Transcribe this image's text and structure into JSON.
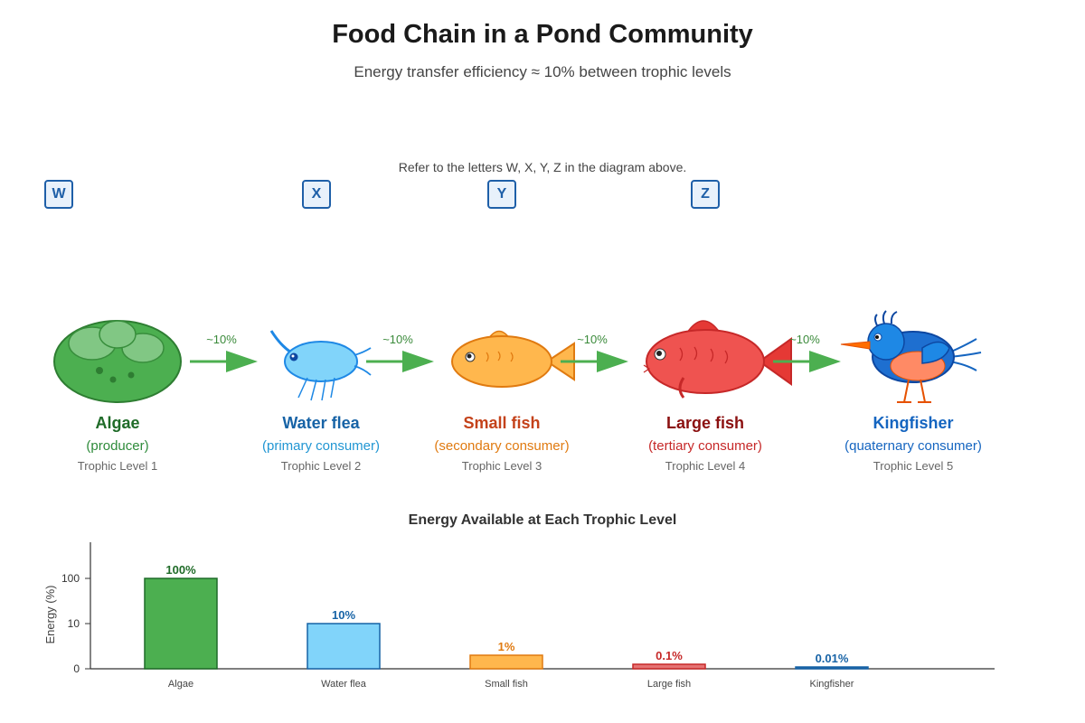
{
  "header": {
    "title": "Food Chain in a Pond Community",
    "subtitle": "Energy transfer efficiency ≈ 10% between trophic levels",
    "note": "Refer to the letters W, X, Y, Z in the diagram above."
  },
  "letters": [
    "W",
    "X",
    "Y",
    "Z"
  ],
  "transfer_label": "~10%",
  "organisms": [
    {
      "name": "Algae",
      "role": "(producer)",
      "level": "Trophic Level 1",
      "color": "#1f6b28",
      "role_color": "#2e8b3a",
      "icon": "algae-icon"
    },
    {
      "name": "Water flea",
      "role": "(primary consumer)",
      "level": "Trophic Level 2",
      "color": "#1763a6",
      "role_color": "#2196d3",
      "icon": "water-flea-icon"
    },
    {
      "name": "Small fish",
      "role": "(secondary consumer)",
      "level": "Trophic Level 3",
      "color": "#c4421a",
      "role_color": "#e07a10",
      "icon": "small-fish-icon"
    },
    {
      "name": "Large fish",
      "role": "(tertiary consumer)",
      "level": "Trophic Level 4",
      "color": "#8b1010",
      "role_color": "#c62828",
      "icon": "large-fish-icon"
    },
    {
      "name": "Kingfisher",
      "role": "(quaternary consumer)",
      "level": "Trophic Level 5",
      "color": "#1565c0",
      "role_color": "#1565c0",
      "icon": "kingfisher-icon"
    }
  ],
  "chart_data": {
    "type": "bar",
    "title": "Energy Available at Each Trophic Level",
    "ylabel": "Energy (%)",
    "xlabel": "",
    "scale": "log",
    "yticks": [
      0,
      10,
      100
    ],
    "categories": [
      "Algae",
      "Water flea",
      "Small fish",
      "Large fish",
      "Kingfisher"
    ],
    "values": [
      100,
      10,
      1,
      0.1,
      0.01
    ],
    "value_labels": [
      "100%",
      "10%",
      "1%",
      "0.1%",
      "0.01%"
    ],
    "colors": [
      "#4caf50",
      "#81d4fa",
      "#ffb74d",
      "#e57373",
      "#1e5fa8"
    ],
    "label_colors": [
      "#1f6b28",
      "#1763a6",
      "#e07a10",
      "#c62828",
      "#1763a6"
    ]
  }
}
